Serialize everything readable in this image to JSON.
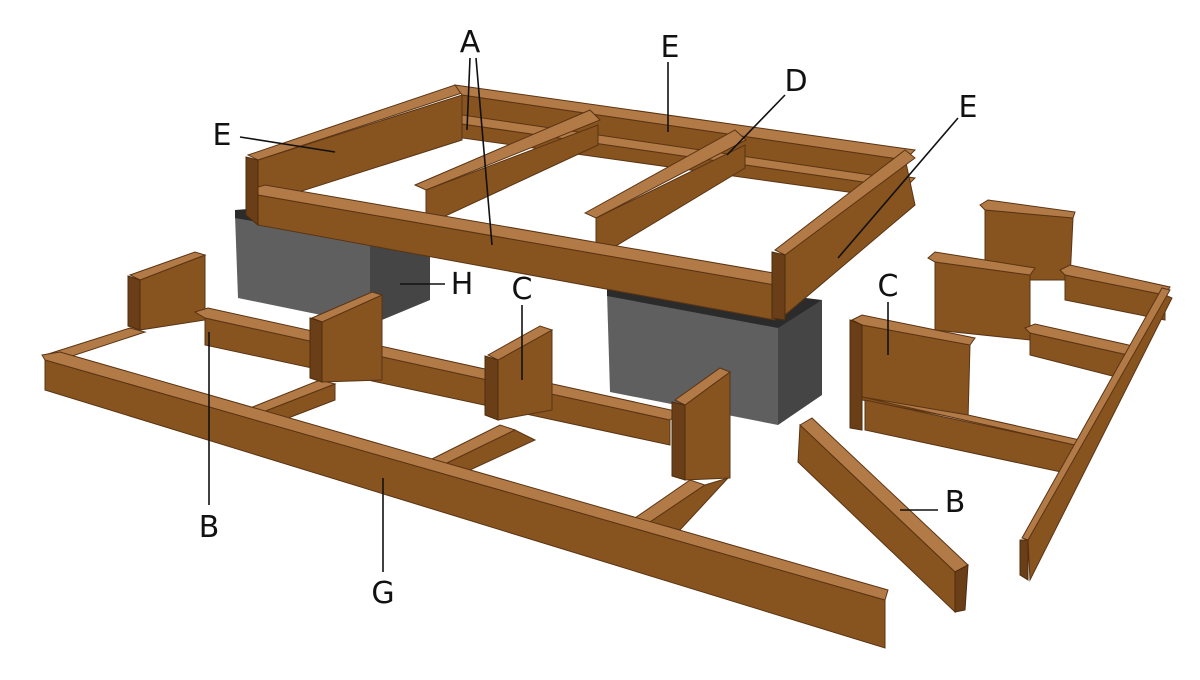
{
  "labels": {
    "a": "A",
    "e_top": "E",
    "d": "D",
    "e_left": "E",
    "e_right": "E",
    "h": "H",
    "c_middle": "C",
    "c_right": "C",
    "b_left": "B",
    "g": "G",
    "b_right": "B"
  },
  "colors": {
    "wood_top": "#b27a46",
    "wood_face": "#87531f",
    "wood_side": "#6a3e17",
    "block": "#5f5f5f"
  }
}
